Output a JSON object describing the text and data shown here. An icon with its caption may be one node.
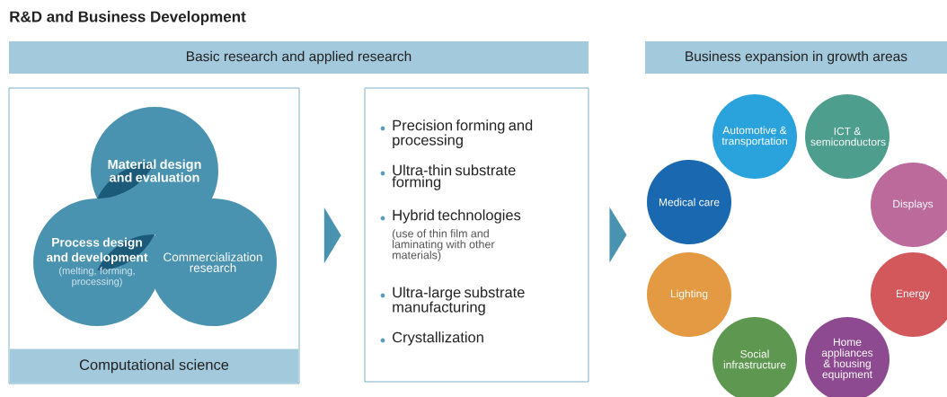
{
  "diagram": {
    "title": "R&D and Business Development",
    "nodes": [
      {
        "text": [
          "Basic research and applied research"
        ]
      },
      {
        "text": [],
        "shape": "box"
      },
      {
        "text": [
          "Material design and evaluation"
        ],
        "in": 1
      },
      {
        "text": [
          "Process design and development",
          "(melting, forming, processing)"
        ],
        "in": 1
      },
      {
        "text": [
          "Commercialization research"
        ],
        "in": 1
      },
      {
        "text": [
          "Computational science"
        ],
        "in": 1
      },
      {
        "text": [
          "Precision forming and processing",
          "Ultra-thin substrate forming",
          "Hybrid technologies",
          "(use of thin film and laminating with other materials)",
          "Ultra-large substrate manufacturing",
          "Crystallization"
        ]
      },
      {
        "text": [
          "Business expansion in growth areas"
        ]
      },
      {
        "text": [
          "Automotive & transportation"
        ]
      },
      {
        "text": [
          "ICT & semiconductors"
        ]
      },
      {
        "text": [
          "Medical care"
        ]
      },
      {
        "text": [
          "Displays"
        ]
      },
      {
        "text": [
          "Lighting"
        ]
      },
      {
        "text": [
          "Energy"
        ]
      },
      {
        "text": [
          "Social infrastructure"
        ]
      },
      {
        "text": [
          "Home appliances & housing equipment"
        ]
      }
    ],
    "edges": [
      {
        "from": 1,
        "to": 6,
        "arrow": "to"
      },
      {
        "from": 6,
        "to": null,
        "arrow": "to"
      }
    ]
  }
}
